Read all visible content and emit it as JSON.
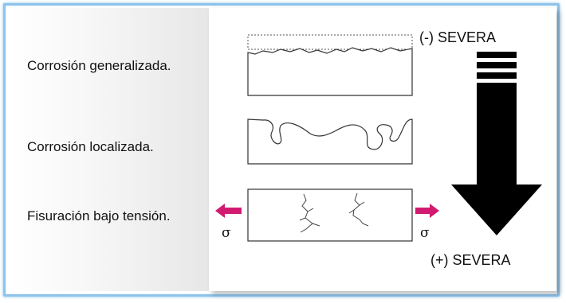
{
  "labels": {
    "general": "Corrosión generalizada.",
    "localized": "Corrosión localizada.",
    "stress": "Fisuración bajo tensión."
  },
  "severity": {
    "top": "(-) SEVERA",
    "bottom": "(+) SEVERA"
  },
  "stress_symbol": "σ",
  "colors": {
    "frame": "#8fc3ea",
    "stress_arrows": "#d11a70",
    "severity_arrow": "#000000"
  }
}
